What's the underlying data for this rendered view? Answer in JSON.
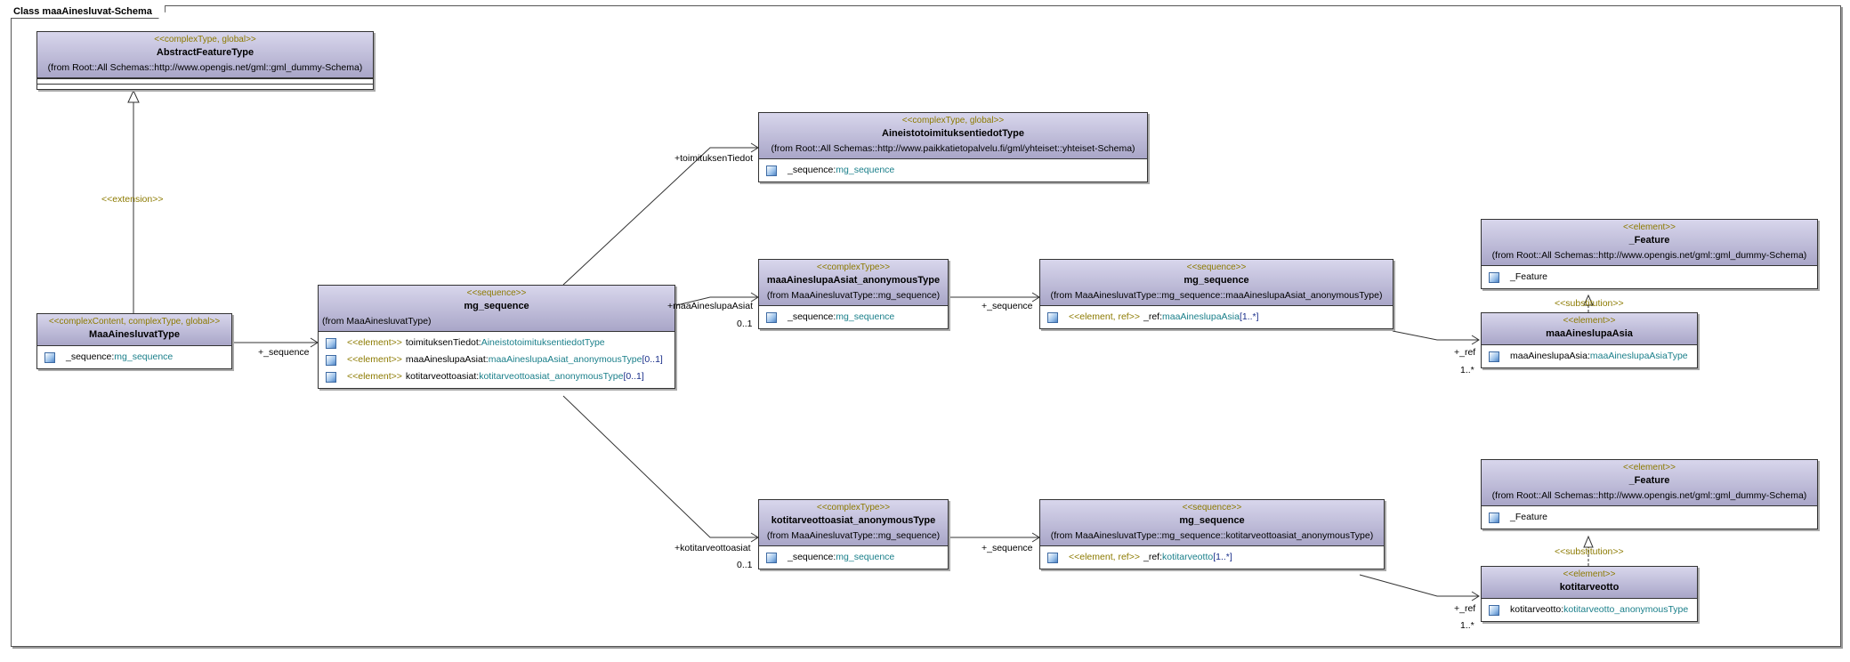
{
  "frame_title": "Class maaAinesluvat-Schema",
  "classes": {
    "abstract_feature_type": {
      "stereotype": "<<complexType, global>>",
      "name": "AbstractFeatureType",
      "from": "(from Root::All Schemas::http://www.opengis.net/gml::gml_dummy-Schema)"
    },
    "maa_ainesluvat_type": {
      "stereotype": "<<complexContent, complexType, global>>",
      "name": "MaaAinesluvatType",
      "attrs": [
        {
          "name": "_sequence:",
          "type": "mg_sequence"
        }
      ]
    },
    "mg_sequence_main": {
      "stereotype": "<<sequence>>",
      "name": "mg_sequence",
      "from": "(from MaaAinesluvatType)",
      "attrs": [
        {
          "st": "<<element>>",
          "name": "toimituksenTiedot:",
          "type": "AineistotoimituksentiedotType",
          "mult": ""
        },
        {
          "st": "<<element>>",
          "name": "maaAineslupaAsiat:",
          "type": "maaAineslupaAsiat_anonymousType",
          "mult": "[0..1]"
        },
        {
          "st": "<<element>>",
          "name": "kotitarveottoasiat:",
          "type": "kotitarveottoasiat_anonymousType",
          "mult": "[0..1]"
        }
      ]
    },
    "aineisto": {
      "stereotype": "<<complexType, global>>",
      "name": "AineistotoimituksentiedotType",
      "from": "(from Root::All Schemas::http://www.paikkatietopalvelu.fi/gml/yhteiset::yhteiset-Schema)",
      "attrs": [
        {
          "name": "_sequence:",
          "type": "mg_sequence"
        }
      ]
    },
    "maa_anon": {
      "stereotype": "<<complexType>>",
      "name": "maaAineslupaAsiat_anonymousType",
      "from": "(from MaaAinesluvatType::mg_sequence)",
      "attrs": [
        {
          "name": "_sequence:",
          "type": "mg_sequence"
        }
      ]
    },
    "mg_seq_maa": {
      "stereotype": "<<sequence>>",
      "name": "mg_sequence",
      "from": "(from MaaAinesluvatType::mg_sequence::maaAineslupaAsiat_anonymousType)",
      "attrs": [
        {
          "st": "<<element, ref>>",
          "name": "_ref:",
          "type": "maaAineslupaAsia",
          "mult": "[1..*]"
        }
      ]
    },
    "feature_1": {
      "stereotype": "<<element>>",
      "name": "_Feature",
      "from": "(from Root::All Schemas::http://www.opengis.net/gml::gml_dummy-Schema)",
      "attrs": [
        {
          "name": "_Feature",
          "type": ""
        }
      ]
    },
    "maa_asia": {
      "stereotype": "<<element>>",
      "name": "maaAineslupaAsia",
      "attrs": [
        {
          "name": "maaAineslupaAsia:",
          "type": "maaAineslupaAsiaType"
        }
      ]
    },
    "koti_anon": {
      "stereotype": "<<complexType>>",
      "name": "kotitarveottoasiat_anonymousType",
      "from": "(from MaaAinesluvatType::mg_sequence)",
      "attrs": [
        {
          "name": "_sequence:",
          "type": "mg_sequence"
        }
      ]
    },
    "mg_seq_koti": {
      "stereotype": "<<sequence>>",
      "name": "mg_sequence",
      "from": "(from MaaAinesluvatType::mg_sequence::kotitarveottoasiat_anonymousType)",
      "attrs": [
        {
          "st": "<<element, ref>>",
          "name": "_ref:",
          "type": "kotitarveotto",
          "mult": "[1..*]"
        }
      ]
    },
    "feature_2": {
      "stereotype": "<<element>>",
      "name": "_Feature",
      "from": "(from Root::All Schemas::http://www.opengis.net/gml::gml_dummy-Schema)",
      "attrs": [
        {
          "name": "_Feature",
          "type": ""
        }
      ]
    },
    "kotitarveotto": {
      "stereotype": "<<element>>",
      "name": "kotitarveotto",
      "attrs": [
        {
          "name": "kotitarveotto:",
          "type": "kotitarveotto_anonymousType"
        }
      ]
    }
  },
  "labels": {
    "extension": "<<extension>>",
    "seq1": "+_sequence",
    "toimituksen": "+toimituksenTiedot",
    "maa_role": "+maaAineslupaAsiat",
    "maa_mult": "0..1",
    "seq_maa": "+_sequence",
    "ref_maa": "+_ref",
    "ref_maa_mult": "1..*",
    "subst1": "<<substitution>>",
    "koti_role": "+kotitarveottoasiat",
    "koti_mult": "0..1",
    "seq_koti": "+_sequence",
    "ref_koti": "+_ref",
    "ref_koti_mult": "1..*",
    "subst2": "<<substitution>>"
  }
}
